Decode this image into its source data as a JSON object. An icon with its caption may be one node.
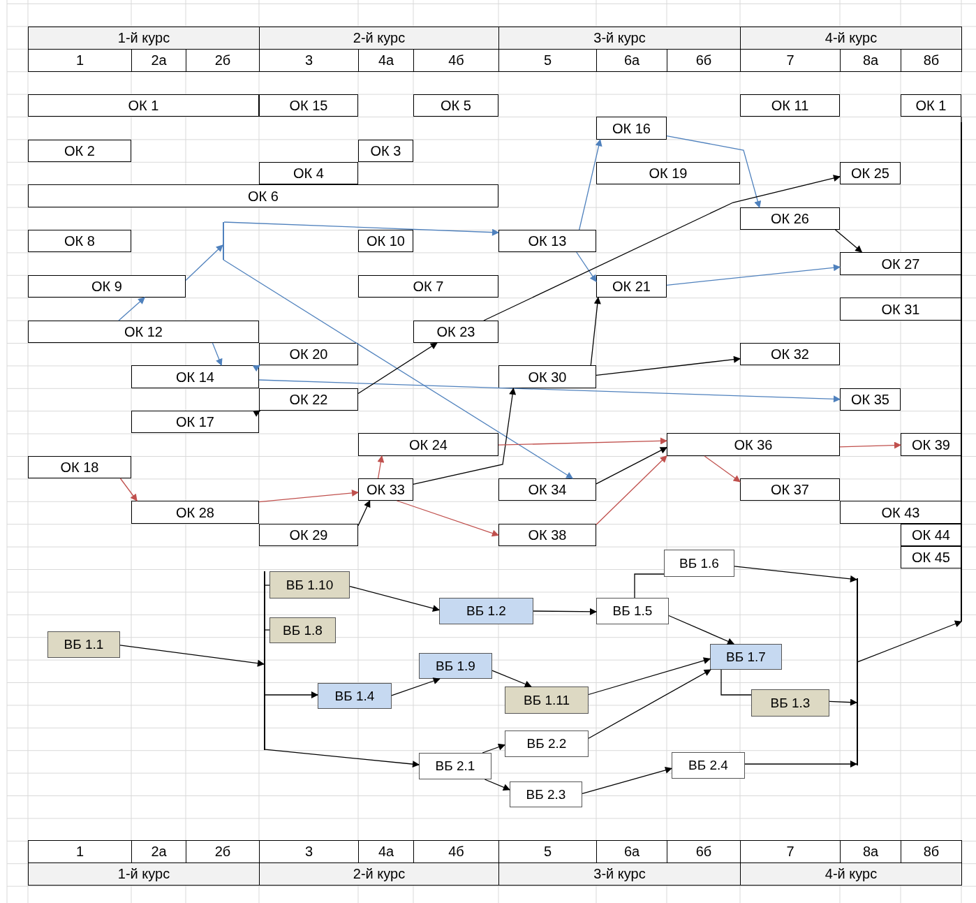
{
  "diagram": {
    "nodes": [
      {
        "text": [
          "ОК 1"
        ]
      },
      {
        "text": [
          "ОК 15"
        ]
      },
      {
        "text": [
          "ОК 5"
        ]
      },
      {
        "text": [
          "ОК 11"
        ]
      },
      {
        "text": [
          "ОК 1"
        ]
      },
      {
        "text": [
          "ОК 16"
        ]
      },
      {
        "text": [
          "ОК 2"
        ]
      },
      {
        "text": [
          "ОК 3"
        ]
      },
      {
        "text": [
          "ОК 4"
        ]
      },
      {
        "text": [
          "ОК 19"
        ]
      },
      {
        "text": [
          "ОК 25"
        ]
      },
      {
        "text": [
          "ОК 6"
        ]
      },
      {
        "text": [
          "ОК 26"
        ]
      },
      {
        "text": [
          "ОК 8"
        ]
      },
      {
        "text": [
          "ОК 10"
        ]
      },
      {
        "text": [
          "ОК 13"
        ]
      },
      {
        "text": [
          "ОК 27"
        ]
      },
      {
        "text": [
          "ОК 9"
        ]
      },
      {
        "text": [
          "ОК 7"
        ]
      },
      {
        "text": [
          "ОК 21"
        ]
      },
      {
        "text": [
          "ОК 31"
        ]
      },
      {
        "text": [
          "ОК 12"
        ]
      },
      {
        "text": [
          "ОК 23"
        ]
      },
      {
        "text": [
          "ОК 20"
        ]
      },
      {
        "text": [
          "ОК 32"
        ]
      },
      {
        "text": [
          "ОК 14"
        ]
      },
      {
        "text": [
          "ОК 30"
        ]
      },
      {
        "text": [
          "ОК 22"
        ]
      },
      {
        "text": [
          "ОК 35"
        ]
      },
      {
        "text": [
          "ОК 17"
        ]
      },
      {
        "text": [
          "ОК 24"
        ]
      },
      {
        "text": [
          "ОК 36"
        ]
      },
      {
        "text": [
          "ОК 39"
        ]
      },
      {
        "text": [
          "ОК 18"
        ]
      },
      {
        "text": [
          "ОК 33"
        ]
      },
      {
        "text": [
          "ОК 34"
        ]
      },
      {
        "text": [
          "ОК 37"
        ]
      },
      {
        "text": [
          "ОК 28"
        ]
      },
      {
        "text": [
          "ОК 43"
        ]
      },
      {
        "text": [
          "ОК 29"
        ]
      },
      {
        "text": [
          "ОК 38"
        ]
      },
      {
        "text": [
          "ОК 44"
        ]
      },
      {
        "text": [
          "ОК 45"
        ]
      },
      {
        "text": [
          "ВБ 1.6"
        ]
      },
      {
        "text": [
          "ВБ 1.10"
        ]
      },
      {
        "text": [
          "ВБ 1.2"
        ]
      },
      {
        "text": [
          "ВБ 1.5"
        ]
      },
      {
        "text": [
          "ВБ 1.8"
        ]
      },
      {
        "text": [
          "ВБ 1.1"
        ]
      },
      {
        "text": [
          "ВБ 1.7"
        ]
      },
      {
        "text": [
          "ВБ 1.9"
        ]
      },
      {
        "text": [
          "ВБ 1.4"
        ]
      },
      {
        "text": [
          "ВБ 1.11"
        ]
      },
      {
        "text": [
          "ВБ 1.3"
        ]
      },
      {
        "text": [
          "ВБ 2.2"
        ]
      },
      {
        "text": [
          "ВБ 2.1"
        ]
      },
      {
        "text": [
          "ВБ 2.4"
        ]
      },
      {
        "text": [
          "ВБ 2.3"
        ]
      },
      {
        "text": [],
        "shape": "bar"
      },
      {
        "text": [],
        "shape": "bar"
      },
      {
        "text": [],
        "shape": "bar"
      },
      {
        "text": [],
        "shape": "bar"
      }
    ],
    "edges": [
      {
        "from": 21,
        "to": 17,
        "arrow": "to",
        "color": "#4f81bd"
      },
      {
        "from": 17,
        "to": 61,
        "arrow": "to",
        "color": "#4f81bd"
      },
      {
        "from": 61,
        "to": 15,
        "arrow": "to",
        "color": "#4f81bd"
      },
      {
        "from": 61,
        "to": 35,
        "arrow": "to",
        "color": "#4f81bd"
      },
      {
        "from": 15,
        "to": 5,
        "arrow": "to",
        "color": "#4f81bd"
      },
      {
        "from": 5,
        "to": 12,
        "arrow": "to",
        "color": "#4f81bd"
      },
      {
        "from": 15,
        "to": 19,
        "arrow": "to",
        "color": "#4f81bd"
      },
      {
        "from": 19,
        "to": 16,
        "arrow": "to",
        "color": "#4f81bd"
      },
      {
        "from": 21,
        "to": 25,
        "arrow": "to",
        "color": "#4f81bd"
      },
      {
        "from": 25,
        "to": 23,
        "arrow": "to",
        "color": "#4f81bd"
      },
      {
        "from": 25,
        "to": 28,
        "arrow": "to",
        "color": "#4f81bd"
      },
      {
        "from": 27,
        "to": 22,
        "arrow": "to"
      },
      {
        "from": 22,
        "to": 10,
        "arrow": "to"
      },
      {
        "from": 12,
        "to": 16,
        "arrow": "to"
      },
      {
        "from": 29,
        "to": 27,
        "arrow": "to"
      },
      {
        "from": 39,
        "to": 34,
        "arrow": "to"
      },
      {
        "from": 34,
        "to": 26,
        "arrow": "to"
      },
      {
        "from": 26,
        "to": 19,
        "arrow": "to"
      },
      {
        "from": 26,
        "to": 24,
        "arrow": "to"
      },
      {
        "from": 35,
        "to": 31,
        "arrow": "to"
      },
      {
        "from": 30,
        "to": 31,
        "arrow": "to",
        "color": "#c0504d"
      },
      {
        "from": 31,
        "to": 32,
        "arrow": "to",
        "color": "#c0504d"
      },
      {
        "from": 31,
        "to": 36,
        "arrow": "to",
        "color": "#c0504d"
      },
      {
        "from": 33,
        "to": 37,
        "arrow": "to",
        "color": "#c0504d"
      },
      {
        "from": 37,
        "to": 34,
        "arrow": "to",
        "color": "#c0504d"
      },
      {
        "from": 34,
        "to": 30,
        "arrow": "to",
        "color": "#c0504d"
      },
      {
        "from": 34,
        "to": 40,
        "arrow": "to",
        "color": "#c0504d"
      },
      {
        "from": 40,
        "to": 31,
        "arrow": "to",
        "color": "#c0504d"
      },
      {
        "from": 48,
        "to": 58,
        "arrow": "to"
      },
      {
        "from": 58,
        "to": 44,
        "arrow": "none"
      },
      {
        "from": 58,
        "to": 47,
        "arrow": "none"
      },
      {
        "from": 58,
        "to": 51,
        "arrow": "to"
      },
      {
        "from": 58,
        "to": 55,
        "arrow": "to"
      },
      {
        "from": 44,
        "to": 45,
        "arrow": "to"
      },
      {
        "from": 51,
        "to": 50,
        "arrow": "to"
      },
      {
        "from": 50,
        "to": 52,
        "arrow": "to"
      },
      {
        "from": 45,
        "to": 46,
        "arrow": "to"
      },
      {
        "from": 46,
        "to": 43,
        "arrow": "none"
      },
      {
        "from": 46,
        "to": 49,
        "arrow": "to"
      },
      {
        "from": 52,
        "to": 49,
        "arrow": "to"
      },
      {
        "from": 55,
        "to": 54,
        "arrow": "to"
      },
      {
        "from": 55,
        "to": 57,
        "arrow": "to"
      },
      {
        "from": 54,
        "to": 49,
        "arrow": "to"
      },
      {
        "from": 57,
        "to": 56,
        "arrow": "to"
      },
      {
        "from": 49,
        "to": 53,
        "arrow": "none"
      },
      {
        "from": 43,
        "to": 59,
        "arrow": "to"
      },
      {
        "from": 53,
        "to": 59,
        "arrow": "to"
      },
      {
        "from": 56,
        "to": 59,
        "arrow": "to"
      },
      {
        "from": 59,
        "to": 60,
        "arrow": "to"
      },
      {
        "from": 60,
        "to": 4,
        "arrow": "none"
      }
    ],
    "labels": [
      "1-й курс",
      "2-й курс",
      "3-й курс",
      "4-й курс",
      "1",
      "2а",
      "2б",
      "3",
      "4а",
      "4б",
      "5",
      "6а",
      "6б",
      "7",
      "8а",
      "8б",
      "1",
      "2а",
      "2б",
      "3",
      "4а",
      "4б",
      "5",
      "6а",
      "6б",
      "7",
      "8а",
      "8б",
      "1-й курс",
      "2-й курс",
      "3-й курс",
      "4-й курс"
    ]
  }
}
